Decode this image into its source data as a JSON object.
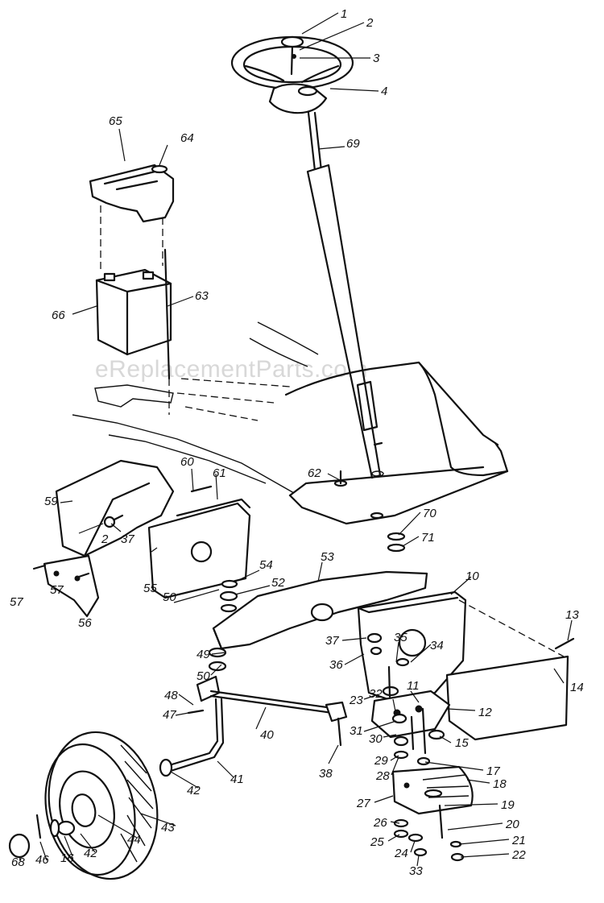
{
  "watermark": "eReplacementParts.com",
  "labels": [
    {
      "id": "1",
      "text": "1"
    },
    {
      "id": "2a",
      "text": "2"
    },
    {
      "id": "3",
      "text": "3"
    },
    {
      "id": "4",
      "text": "4"
    },
    {
      "id": "69",
      "text": "69"
    },
    {
      "id": "65",
      "text": "65"
    },
    {
      "id": "64",
      "text": "64"
    },
    {
      "id": "66",
      "text": "66"
    },
    {
      "id": "63",
      "text": "63"
    },
    {
      "id": "62",
      "text": "62"
    },
    {
      "id": "70",
      "text": "70"
    },
    {
      "id": "71",
      "text": "71"
    },
    {
      "id": "60",
      "text": "60"
    },
    {
      "id": "61",
      "text": "61"
    },
    {
      "id": "59",
      "text": "59"
    },
    {
      "id": "2b",
      "text": "2"
    },
    {
      "id": "37a",
      "text": "37"
    },
    {
      "id": "57a",
      "text": "57"
    },
    {
      "id": "57b",
      "text": "57"
    },
    {
      "id": "56",
      "text": "56"
    },
    {
      "id": "55",
      "text": "55"
    },
    {
      "id": "54",
      "text": "54"
    },
    {
      "id": "52",
      "text": "52"
    },
    {
      "id": "50a",
      "text": "50"
    },
    {
      "id": "53",
      "text": "53"
    },
    {
      "id": "10",
      "text": "10"
    },
    {
      "id": "13",
      "text": "13"
    },
    {
      "id": "14",
      "text": "14"
    },
    {
      "id": "37b",
      "text": "37"
    },
    {
      "id": "36",
      "text": "36"
    },
    {
      "id": "35",
      "text": "35"
    },
    {
      "id": "34",
      "text": "34"
    },
    {
      "id": "50b",
      "text": "50"
    },
    {
      "id": "49",
      "text": "49"
    },
    {
      "id": "48",
      "text": "48"
    },
    {
      "id": "47",
      "text": "47"
    },
    {
      "id": "40",
      "text": "40"
    },
    {
      "id": "23",
      "text": "23"
    },
    {
      "id": "32",
      "text": "32"
    },
    {
      "id": "11",
      "text": "11"
    },
    {
      "id": "12",
      "text": "12"
    },
    {
      "id": "31",
      "text": "31"
    },
    {
      "id": "30",
      "text": "30"
    },
    {
      "id": "15",
      "text": "15"
    },
    {
      "id": "38",
      "text": "38"
    },
    {
      "id": "29",
      "text": "29"
    },
    {
      "id": "28",
      "text": "28"
    },
    {
      "id": "17",
      "text": "17"
    },
    {
      "id": "18",
      "text": "18"
    },
    {
      "id": "27",
      "text": "27"
    },
    {
      "id": "41",
      "text": "41"
    },
    {
      "id": "42a",
      "text": "42"
    },
    {
      "id": "19",
      "text": "19"
    },
    {
      "id": "20",
      "text": "20"
    },
    {
      "id": "26",
      "text": "26"
    },
    {
      "id": "25",
      "text": "25"
    },
    {
      "id": "24",
      "text": "24"
    },
    {
      "id": "21",
      "text": "21"
    },
    {
      "id": "22",
      "text": "22"
    },
    {
      "id": "33",
      "text": "33"
    },
    {
      "id": "43",
      "text": "43"
    },
    {
      "id": "44",
      "text": "44"
    },
    {
      "id": "42b",
      "text": "42"
    },
    {
      "id": "16",
      "text": "16"
    },
    {
      "id": "46",
      "text": "46"
    },
    {
      "id": "68",
      "text": "68"
    }
  ]
}
